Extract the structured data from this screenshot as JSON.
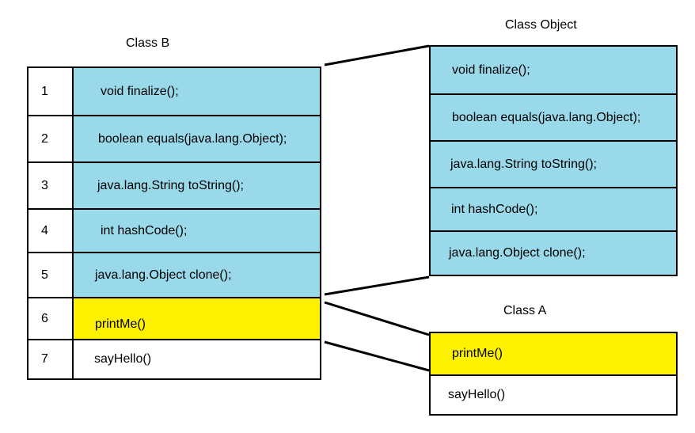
{
  "colors": {
    "inherited": "#99d9ea",
    "own": "#fff200",
    "plain": "#ffffff",
    "line": "#000000"
  },
  "class_b": {
    "title": "Class B",
    "rows": [
      {
        "index": "1",
        "method": "void finalize();"
      },
      {
        "index": "2",
        "method": "boolean equals(java.lang.Object);"
      },
      {
        "index": "3",
        "method": "java.lang.String toString();"
      },
      {
        "index": "4",
        "method": "int hashCode();"
      },
      {
        "index": "5",
        "method": "java.lang.Object clone();"
      },
      {
        "index": "6",
        "method": "printMe()"
      },
      {
        "index": "7",
        "method": "sayHello()"
      }
    ]
  },
  "class_object": {
    "title": "Class Object",
    "rows": [
      {
        "method": "void finalize();"
      },
      {
        "method": "boolean equals(java.lang.Object);"
      },
      {
        "method": "java.lang.String toString();"
      },
      {
        "method": "int hashCode();"
      },
      {
        "method": "java.lang.Object clone();"
      }
    ]
  },
  "class_a": {
    "title": "Class A",
    "rows": [
      {
        "method": "printMe()"
      },
      {
        "method": "sayHello()"
      }
    ]
  }
}
